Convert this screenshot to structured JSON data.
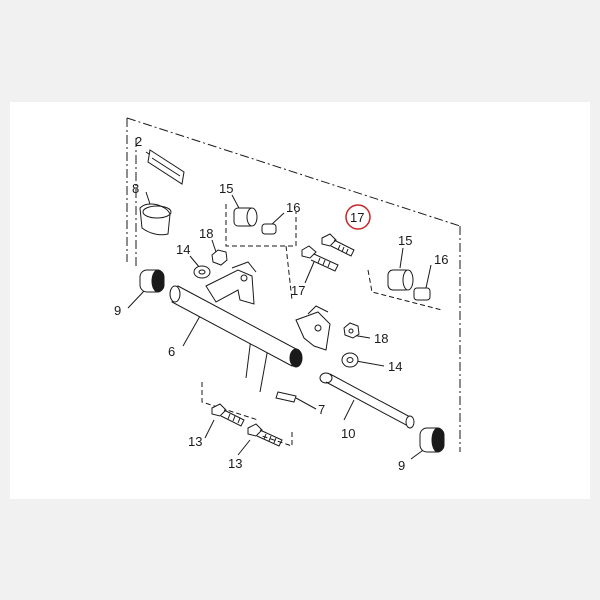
{
  "diagram": {
    "callouts": [
      {
        "id": "c2",
        "text": "2"
      },
      {
        "id": "c8",
        "text": "8"
      },
      {
        "id": "c15a",
        "text": "15"
      },
      {
        "id": "c16a",
        "text": "16"
      },
      {
        "id": "c18a",
        "text": "18"
      },
      {
        "id": "c14a",
        "text": "14"
      },
      {
        "id": "c9a",
        "text": "9"
      },
      {
        "id": "c6",
        "text": "6"
      },
      {
        "id": "c17a",
        "text": "17"
      },
      {
        "id": "c17b",
        "text": "17"
      },
      {
        "id": "c15b",
        "text": "15"
      },
      {
        "id": "c16b",
        "text": "16"
      },
      {
        "id": "c18b",
        "text": "18"
      },
      {
        "id": "c14b",
        "text": "14"
      },
      {
        "id": "c7",
        "text": "7"
      },
      {
        "id": "c10",
        "text": "10"
      },
      {
        "id": "c13a",
        "text": "13"
      },
      {
        "id": "c13b",
        "text": "13"
      },
      {
        "id": "c9b",
        "text": "9"
      }
    ],
    "highlighted_callout": "17",
    "highlight_color": "#c62828",
    "line_color": "#1a1a1a"
  }
}
